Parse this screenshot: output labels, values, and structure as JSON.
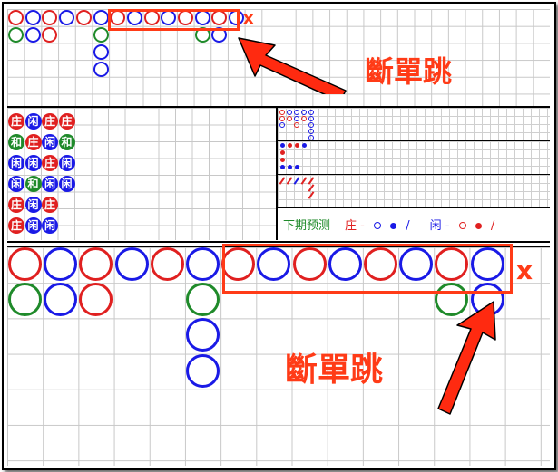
{
  "colors": {
    "banker": "#e02020",
    "player": "#1a1ae6",
    "tie": "#1f8a2a",
    "highlight": "#ff3b17"
  },
  "annotation": {
    "label": "斷單跳",
    "x_mark": "x",
    "arrow": "arrow-icon"
  },
  "top_road": {
    "row1": [
      "banker",
      "player",
      "banker",
      "player",
      "banker",
      "player",
      "banker",
      "player",
      "banker",
      "player",
      "banker",
      "player",
      "banker",
      "player"
    ],
    "row2": [
      "tie",
      "player",
      "banker",
      "",
      "",
      "tie",
      "",
      "",
      "",
      "",
      "",
      "tie",
      "player"
    ],
    "col6_extra": [
      "player",
      "player"
    ]
  },
  "bead_road": {
    "rows": [
      [
        {
          "t": "庄",
          "c": "banker"
        },
        {
          "t": "闲",
          "c": "player"
        },
        {
          "t": "庄",
          "c": "banker"
        },
        {
          "t": "庄",
          "c": "banker"
        }
      ],
      [
        {
          "t": "和",
          "c": "tie"
        },
        {
          "t": "庄",
          "c": "banker"
        },
        {
          "t": "闲",
          "c": "player"
        },
        {
          "t": "和",
          "c": "tie"
        }
      ],
      [
        {
          "t": "闲",
          "c": "player"
        },
        {
          "t": "闲",
          "c": "player"
        },
        {
          "t": "庄",
          "c": "banker"
        },
        {
          "t": "闲",
          "c": "player"
        }
      ],
      [
        {
          "t": "闲",
          "c": "player"
        },
        {
          "t": "和",
          "c": "tie"
        },
        {
          "t": "闲",
          "c": "player"
        },
        {
          "t": "闲",
          "c": "player"
        }
      ],
      [
        {
          "t": "庄",
          "c": "banker"
        },
        {
          "t": "闲",
          "c": "player"
        },
        {
          "t": "庄",
          "c": "banker"
        }
      ],
      [
        {
          "t": "庄",
          "c": "banker"
        },
        {
          "t": "闲",
          "c": "player"
        },
        {
          "t": "闲",
          "c": "player"
        }
      ]
    ]
  },
  "forecast": {
    "label": "下期预测",
    "banker_label": "庄 -",
    "player_label": "闲 -"
  },
  "big_road": {
    "row1": [
      "banker",
      "player",
      "banker",
      "player",
      "banker",
      "player",
      "banker",
      "player",
      "banker",
      "player",
      "banker",
      "player",
      "banker",
      "player"
    ],
    "row2": [
      "tie",
      "player",
      "banker",
      "",
      "",
      "tie",
      "",
      "",
      "",
      "",
      "",
      "",
      "tie",
      "player"
    ],
    "col6_extra": [
      "player",
      "player"
    ]
  }
}
